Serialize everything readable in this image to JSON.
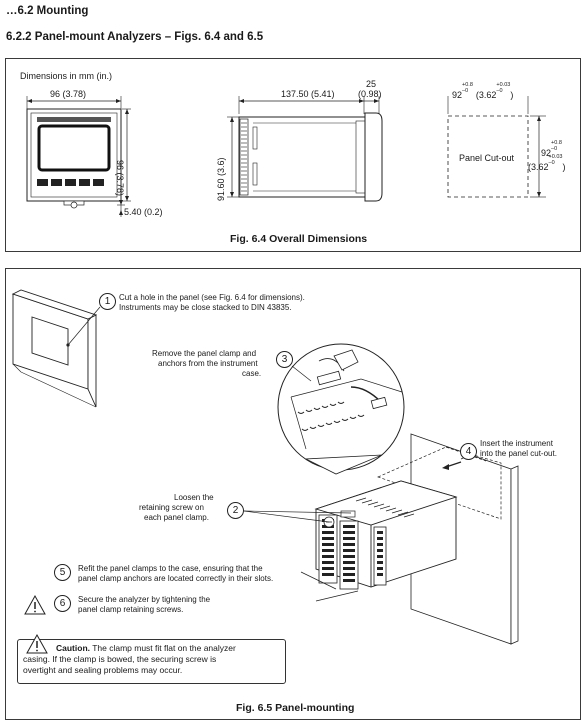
{
  "section_title": "…6.2  Mounting",
  "subsection_title": "6.2.2  Panel-mount Analyzers – Figs. 6.4 and 6.5",
  "fig64": {
    "dimensions_label": "Dimensions in mm (in.)",
    "width_front": "96 (3.78)",
    "height_front": "96 (3.78)",
    "bottom_offset": "5.40 (0.2)",
    "depth": "137.50 (5.41)",
    "bezel_depth_top": "25",
    "bezel_depth_bottom": "(0.98)",
    "side_height": "91.60 (3.6)",
    "cutout_w_main": "92",
    "cutout_w_tol_plus": "+0.8",
    "cutout_w_tol_minus": "–0",
    "cutout_w_in_main": "(3.62",
    "cutout_w_in_tol_plus": "+0.03",
    "cutout_w_in_tol_minus": "–0",
    "cutout_w_in_close": ")",
    "cutout_h_main": "92",
    "cutout_h_tol_plus": "+0.8",
    "cutout_h_tol_minus": "–0",
    "cutout_h_in_main": "(3.62",
    "cutout_h_in_tol_plus": "+0.03",
    "cutout_h_in_tol_minus": "–0",
    "cutout_h_in_close": ")",
    "cutout_label": "Panel Cut-out",
    "caption": "Fig. 6.4 Overall Dimensions"
  },
  "fig65": {
    "steps": [
      {
        "num": "1",
        "line1": "Cut a hole in the panel (see Fig. 6.4 for dimensions).",
        "line2": "Instruments may be close stacked to DIN 43835."
      },
      {
        "num": "3",
        "line1": "Remove the panel clamp and",
        "line2": "anchors from the instrument",
        "line3": "case."
      },
      {
        "num": "4",
        "line1": "Insert the instrument",
        "line2": "into the panel cut-out."
      },
      {
        "num": "2",
        "line1": "Loosen the",
        "line2": "retaining screw on",
        "line3": "each panel clamp."
      },
      {
        "num": "5",
        "line1": "Refit the panel clamps to the case, ensuring that the",
        "line2": "panel clamp anchors are located correctly in their slots."
      },
      {
        "num": "6",
        "line1": "Secure the analyzer by tightening the",
        "line2": "panel clamp retaining screws."
      }
    ],
    "caution_bold": "Caution.",
    "caution_line1": " The clamp must fit flat on the analyzer",
    "caution_line2": "casing. If the clamp is bowed, the securing screw is",
    "caution_line3": "overtight and sealing problems may occur.",
    "caption": "Fig. 6.5 Panel-mounting"
  }
}
